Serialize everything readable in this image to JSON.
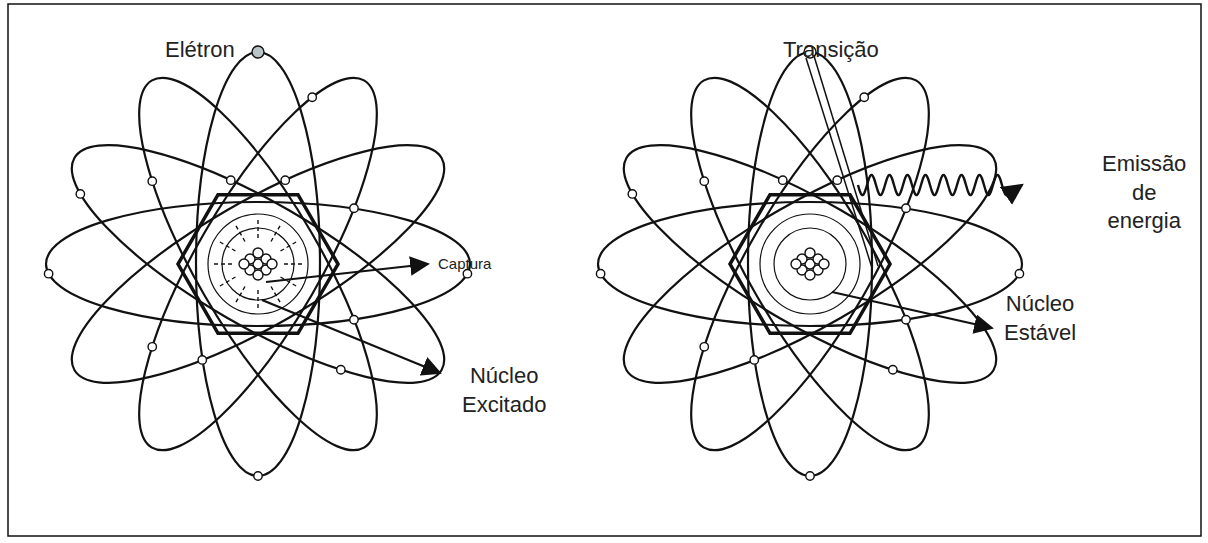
{
  "diagram": {
    "labels": [
      "Elétron",
      "Captura",
      "Núcleo Excitado",
      "Transição",
      "Emissão de energia",
      "Núcleo Estável"
    ]
  }
}
